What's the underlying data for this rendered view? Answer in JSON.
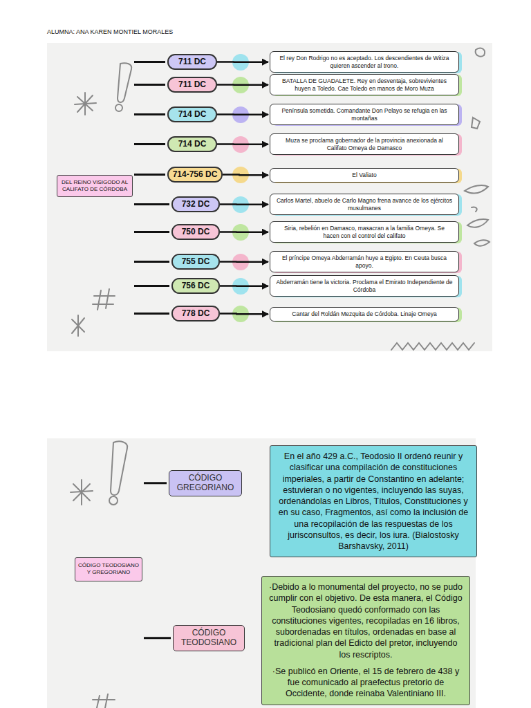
{
  "diagram": {
    "nodes": [
      {
        "text": [
          "DEL REINO VISIGODO AL CALIFATO DE CÓRDOBA"
        ]
      },
      {
        "text": [
          "711 DC"
        ]
      },
      {
        "text": [
          "El rey Don Rodrigo no es aceptado. Los descendientes de Witiza quieren ascender al trono."
        ]
      },
      {
        "text": [
          "711 DC"
        ]
      },
      {
        "text": [
          "BATALLA DE GUADALETE. Rey en desventaja, sobrevivientes huyen a Toledo. Cae Toledo en manos de Moro Muza"
        ]
      },
      {
        "text": [
          "714 DC"
        ]
      },
      {
        "text": [
          "Península sometida. Comandante Don Pelayo se refugia en las montañas"
        ]
      },
      {
        "text": [
          "714 DC"
        ]
      },
      {
        "text": [
          "Muza se proclama gobernador de la provincia anexionada al Califato Omeya de Damasco"
        ]
      },
      {
        "text": [
          "714-756 DC"
        ]
      },
      {
        "text": [
          "El Valiato"
        ]
      },
      {
        "text": [
          "732 DC"
        ]
      },
      {
        "text": [
          "Carlos Martel, abuelo de Carlo Magno frena avance de los ejércitos musulmanes"
        ]
      },
      {
        "text": [
          "750 DC"
        ]
      },
      {
        "text": [
          "Siria, rebelión en Damasco, masacran a la familia Omeya. Se hacen con el control del califato"
        ]
      },
      {
        "text": [
          "755 DC"
        ]
      },
      {
        "text": [
          "El príncipe Omeya Abderramán huye a Egipto. En Ceuta busca apoyo."
        ]
      },
      {
        "text": [
          "756 DC"
        ]
      },
      {
        "text": [
          "Abderramán tiene la victoria. Proclama el Emirato Independiente de Córdoba"
        ]
      },
      {
        "text": [
          "778 DC"
        ]
      },
      {
        "text": [
          "Cantar del Roldán Mezquita de Córdoba. Linaje Omeya"
        ]
      },
      {
        "text": [
          "CÓDIGO TEODOSIANO Y GREGORIANO"
        ]
      },
      {
        "text": [
          "CÓDIGO GREGORIANO"
        ]
      },
      {
        "text": [
          "En el año 429 a.C., Teodosio II ordenó reunir y clasificar una compilación de constituciones imperiales, a partir de Constantino en adelante; estuvieran o no vigentes, incluyendo las suyas, ordenándolas en Libros, Títulos, Constituciones y en su caso, Fragmentos, así como la inclusión de una recopilación de las respuestas de los jurisconsultos, es decir, los iura. (Bialostosky Barshavsky, 2011)"
        ]
      },
      {
        "text": [
          "CÓDIGO TEODOSIANO"
        ]
      },
      {
        "text": [
          "·Debido a lo monumental del proyecto, no se pudo cumplir con el objetivo. De esta manera, el Código Teodosiano quedó conformado con las constituciones vigentes, recopiladas en 16 libros, subordenadas en títulos, ordenadas en base al tradicional plan del Edicto del pretor, incluyendo los rescriptos.",
          "·Se publicó en Oriente, el 15 de febrero de 438 y fue comunicado al praefectus pretorio de Occidente, donde reinaba Valentiniano III."
        ]
      }
    ],
    "edges": [
      {
        "from": 0,
        "to": 1,
        "arrow": "none"
      },
      {
        "from": 0,
        "to": 3,
        "arrow": "none"
      },
      {
        "from": 0,
        "to": 5,
        "arrow": "none"
      },
      {
        "from": 0,
        "to": 7,
        "arrow": "none"
      },
      {
        "from": 0,
        "to": 9,
        "arrow": "none"
      },
      {
        "from": 0,
        "to": 11,
        "arrow": "none"
      },
      {
        "from": 0,
        "to": 13,
        "arrow": "none"
      },
      {
        "from": 0,
        "to": 15,
        "arrow": "none"
      },
      {
        "from": 0,
        "to": 17,
        "arrow": "none"
      },
      {
        "from": 0,
        "to": 19,
        "arrow": "none"
      },
      {
        "from": 1,
        "to": 2,
        "arrow": "to"
      },
      {
        "from": 3,
        "to": 4,
        "arrow": "to"
      },
      {
        "from": 5,
        "to": 6,
        "arrow": "to"
      },
      {
        "from": 7,
        "to": 8,
        "arrow": "to"
      },
      {
        "from": 9,
        "to": 10,
        "arrow": "to"
      },
      {
        "from": 11,
        "to": 12,
        "arrow": "to"
      },
      {
        "from": 13,
        "to": 14,
        "arrow": "to"
      },
      {
        "from": 15,
        "to": 16,
        "arrow": "to"
      },
      {
        "from": 17,
        "to": 18,
        "arrow": "to"
      },
      {
        "from": 19,
        "to": 20,
        "arrow": "to"
      },
      {
        "from": 21,
        "to": 22,
        "arrow": "none"
      },
      {
        "from": 21,
        "to": 24,
        "arrow": "none"
      }
    ],
    "labels": [
      "ALUMNA: ANA KAREN MONTIEL MORALES"
    ]
  }
}
